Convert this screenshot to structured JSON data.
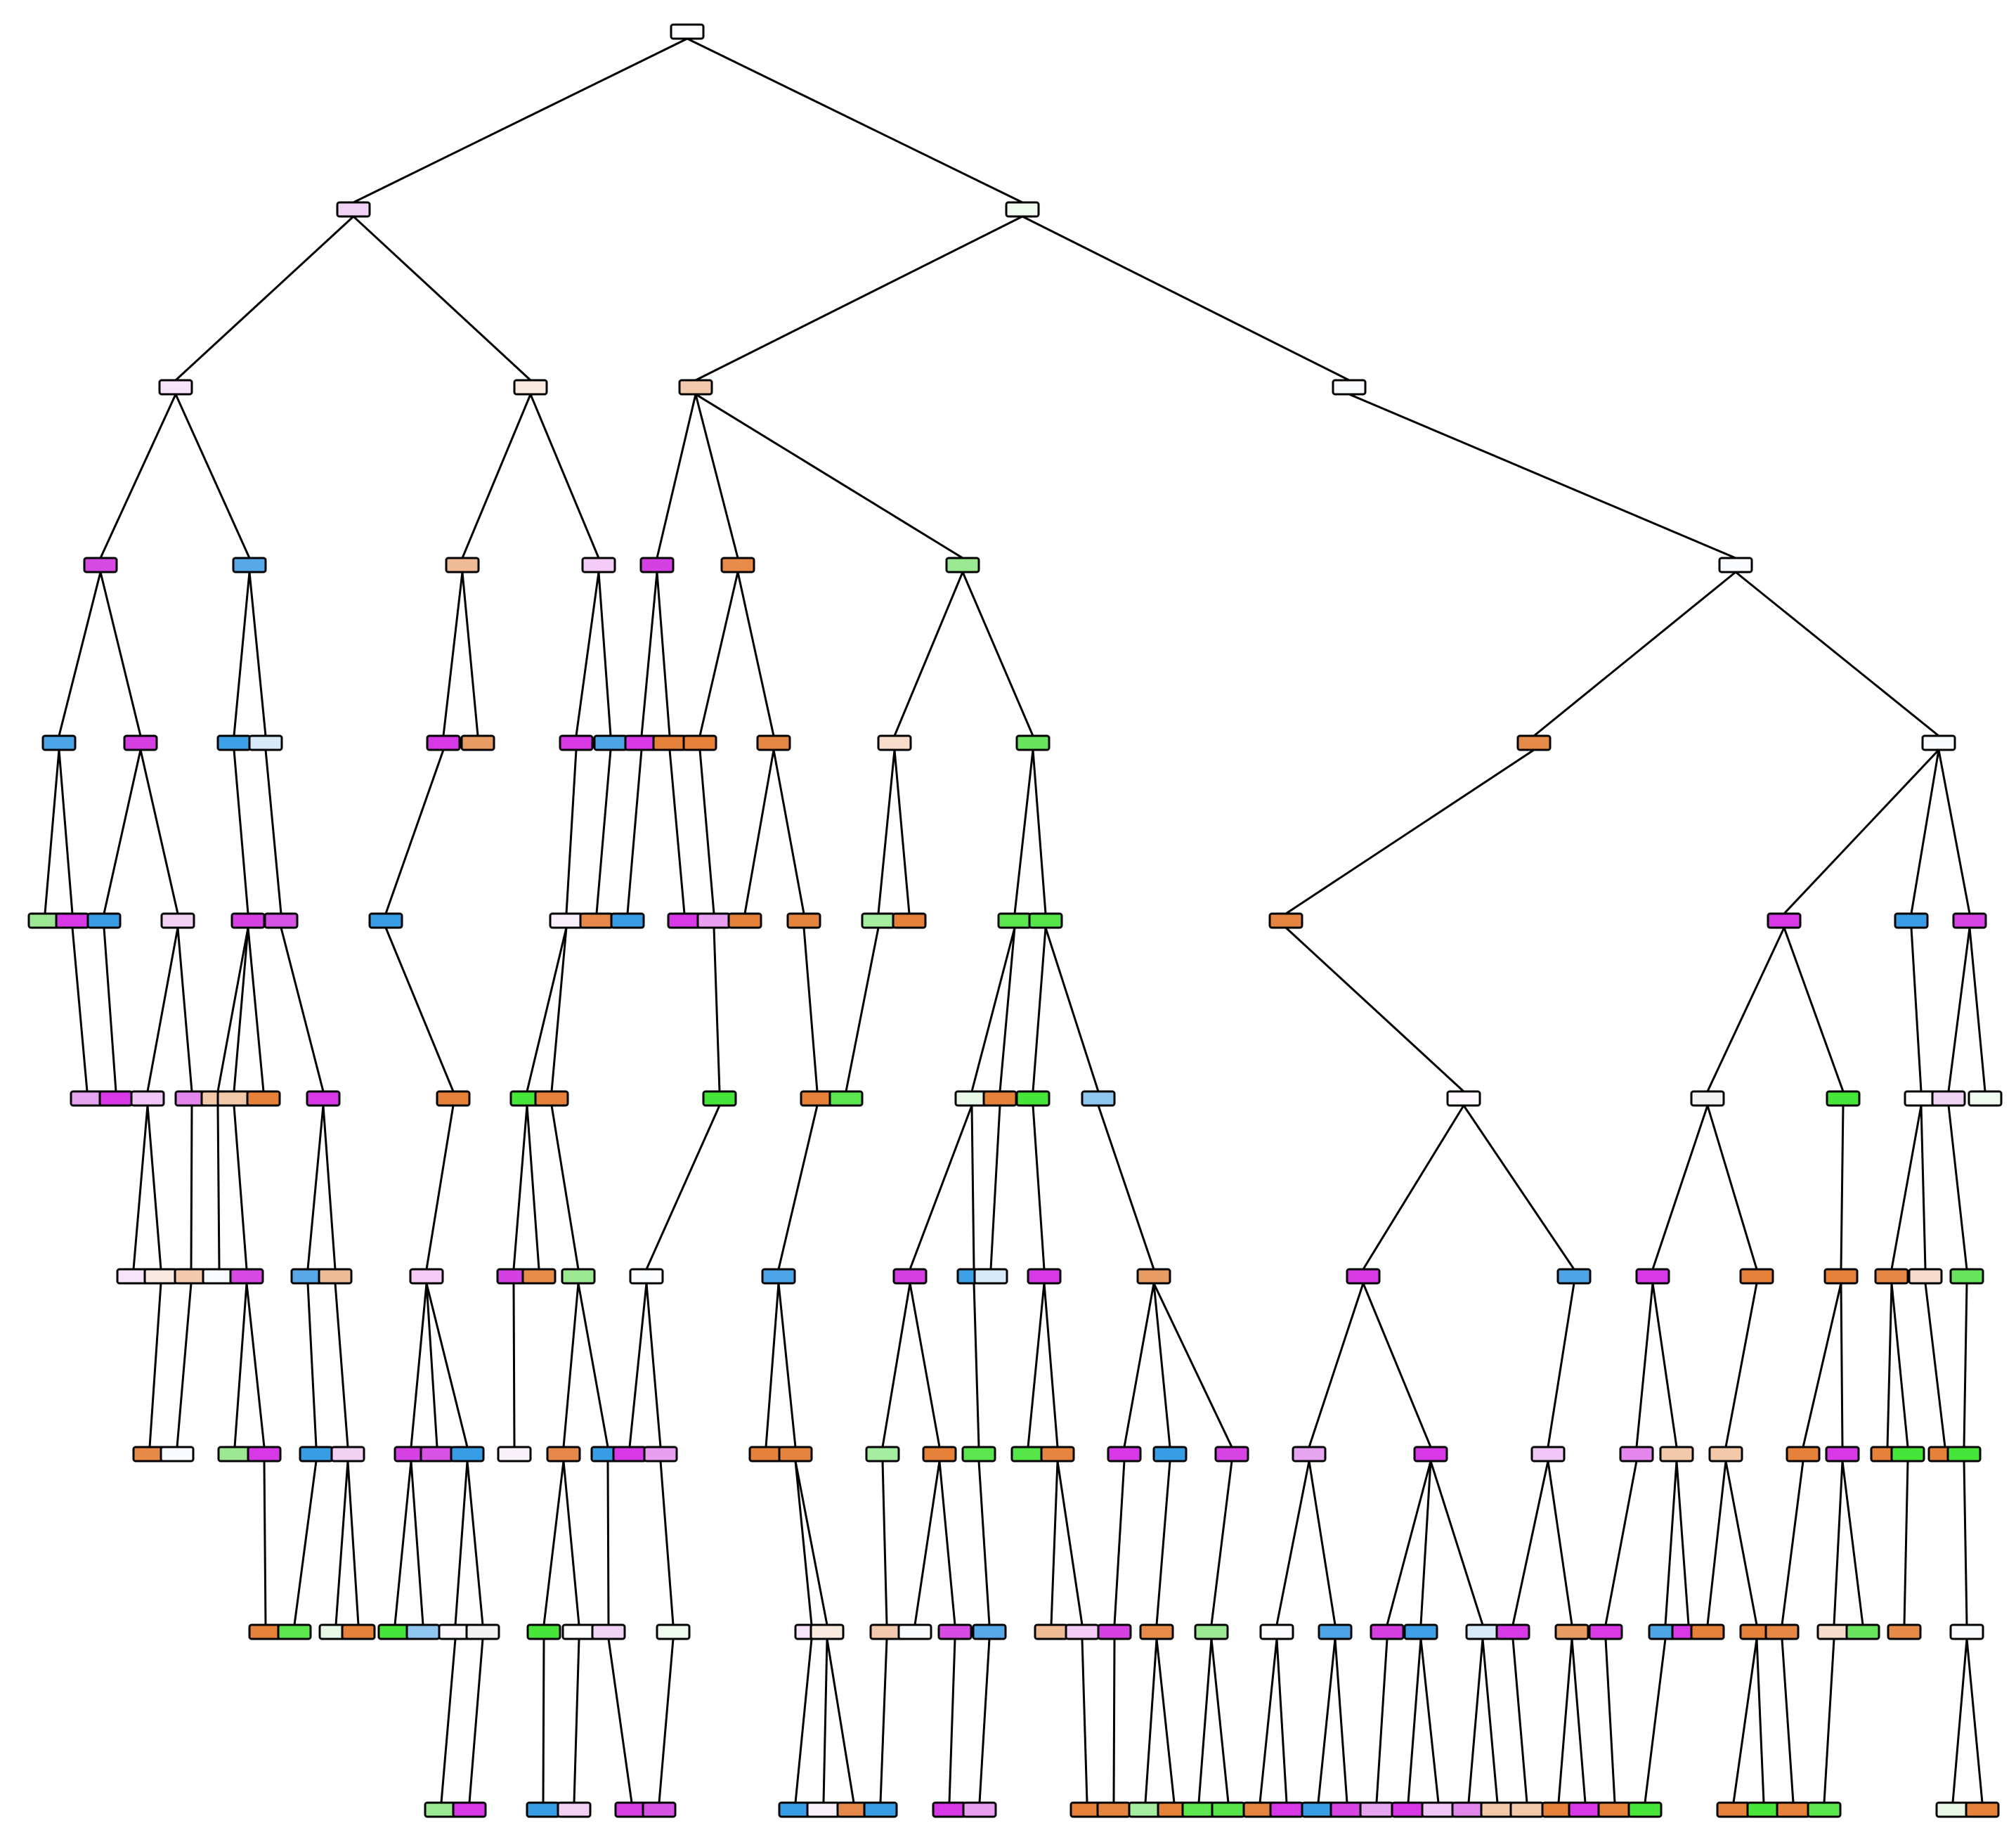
{
  "figure": {
    "type": "decision-tree-plot",
    "filled": true,
    "node_text_legible": false,
    "class_colors": {
      "orange": "#e58139",
      "green": "#47e539",
      "blue": "#399de5",
      "magenta": "#d739e5"
    },
    "edge_color": "#000000",
    "background_color": "#ffffff"
  },
  "tree": {
    "max_depth": 10,
    "nodes": [
      {
        "id": 0,
        "parent": null,
        "depth": 0,
        "color": "#fdfdff"
      },
      {
        "id": 1,
        "parent": 0,
        "depth": 1,
        "color": "#f1d3f5"
      },
      {
        "id": 2,
        "parent": 0,
        "depth": 1,
        "color": "#eefbee"
      },
      {
        "id": 3,
        "parent": 1,
        "depth": 2,
        "color": "#f7e3fa"
      },
      {
        "id": 4,
        "parent": 1,
        "depth": 2,
        "color": "#f9e9de"
      },
      {
        "id": 5,
        "parent": 2,
        "depth": 2,
        "color": "#f2c9ac"
      },
      {
        "id": 6,
        "parent": 2,
        "depth": 2,
        "color": "#f7fbff"
      },
      {
        "id": 7,
        "parent": 3,
        "depth": 3,
        "color": "#d64ae3"
      },
      {
        "id": 8,
        "parent": 3,
        "depth": 3,
        "color": "#58a8e8"
      },
      {
        "id": 9,
        "parent": 4,
        "depth": 3,
        "color": "#efbb95"
      },
      {
        "id": 10,
        "parent": 4,
        "depth": 3,
        "color": "#f3cbf6"
      },
      {
        "id": 11,
        "parent": 5,
        "depth": 3,
        "color": "#d540e2"
      },
      {
        "id": 12,
        "parent": 5,
        "depth": 3,
        "color": "#e68b49"
      },
      {
        "id": 13,
        "parent": 6,
        "depth": 3,
        "color": "#9be892"
      },
      {
        "id": 14,
        "parent": 6,
        "depth": 3,
        "color": "#fafcff"
      },
      {
        "id": 15,
        "parent": 7,
        "depth": 4,
        "color": "#4ca3e6"
      },
      {
        "id": 16,
        "parent": 7,
        "depth": 4,
        "color": "#d53fe2"
      },
      {
        "id": 17,
        "parent": 8,
        "depth": 4,
        "color": "#3d9fe5"
      },
      {
        "id": 18,
        "parent": 8,
        "depth": 4,
        "color": "#d6eaf9"
      },
      {
        "id": 19,
        "parent": 9,
        "depth": 4,
        "color": "#d639e5"
      },
      {
        "id": 20,
        "parent": 9,
        "depth": 4,
        "color": "#e89b62"
      },
      {
        "id": 21,
        "parent": 10,
        "depth": 4,
        "color": "#d839e5"
      },
      {
        "id": 22,
        "parent": 10,
        "depth": 4,
        "color": "#4da5e6"
      },
      {
        "id": 23,
        "parent": 11,
        "depth": 4,
        "color": "#d639e5"
      },
      {
        "id": 24,
        "parent": 11,
        "depth": 4,
        "color": "#e58139"
      },
      {
        "id": 25,
        "parent": 12,
        "depth": 4,
        "color": "#e58139"
      },
      {
        "id": 26,
        "parent": 12,
        "depth": 4,
        "color": "#e68845"
      },
      {
        "id": 27,
        "parent": 12,
        "depth": 4,
        "color": "#f6dcc9"
      },
      {
        "id": 28,
        "parent": 13,
        "depth": 4,
        "color": "#6ae35e"
      },
      {
        "id": 29,
        "parent": 13,
        "depth": 4,
        "color": "#e68a47"
      },
      {
        "id": 30,
        "parent": 14,
        "depth": 4,
        "color": "#f8fbff"
      },
      {
        "id": 31,
        "parent": 14,
        "depth": 4,
        "color": "#9ce892"
      },
      {
        "id": 32,
        "parent": 15,
        "depth": 5,
        "color": "#d639e5"
      },
      {
        "id": 33,
        "parent": 15,
        "depth": 5,
        "color": "#399de5"
      },
      {
        "id": 34,
        "parent": 16,
        "depth": 5,
        "color": "#f2d1f5"
      },
      {
        "id": 35,
        "parent": 16,
        "depth": 5,
        "color": "#d641e3"
      },
      {
        "id": 36,
        "parent": 18,
        "depth": 5,
        "color": "#d753e4"
      },
      {
        "id": 37,
        "parent": 18,
        "depth": 5,
        "color": "#399de5"
      },
      {
        "id": 38,
        "parent": 20,
        "depth": 5,
        "color": "#f9f0fb"
      },
      {
        "id": 39,
        "parent": 20,
        "depth": 5,
        "color": "#e6884a"
      },
      {
        "id": 40,
        "parent": 22,
        "depth": 5,
        "color": "#399de5"
      },
      {
        "id": 41,
        "parent": 22,
        "depth": 5,
        "color": "#d639e5"
      },
      {
        "id": 42,
        "parent": 26,
        "depth": 5,
        "color": "#e89ff0"
      },
      {
        "id": 43,
        "parent": 26,
        "depth": 5,
        "color": "#e58139"
      },
      {
        "id": 44,
        "parent": 26,
        "depth": 5,
        "color": "#e5843e"
      },
      {
        "id": 45,
        "parent": 27,
        "depth": 5,
        "color": "#a6ee9f"
      },
      {
        "id": 46,
        "parent": 29,
        "depth": 5,
        "color": "#e68139"
      },
      {
        "id": 47,
        "parent": 29,
        "depth": 5,
        "color": "#5ce64e"
      },
      {
        "id": 48,
        "parent": 31,
        "depth": 5,
        "color": "#56e548"
      },
      {
        "id": 49,
        "parent": 31,
        "depth": 5,
        "color": "#e68542"
      },
      {
        "id": 50,
        "parent": 34,
        "depth": 6,
        "color": "#d639e5"
      },
      {
        "id": 51,
        "parent": 34,
        "depth": 6,
        "color": "#399de5"
      },
      {
        "id": 52,
        "parent": 35,
        "depth": 6,
        "color": "#d744e4"
      },
      {
        "id": 53,
        "parent": 35,
        "depth": 6,
        "color": "#e5a5ef"
      },
      {
        "id": 54,
        "parent": 36,
        "depth": 6,
        "color": "#d639e5"
      },
      {
        "id": 55,
        "parent": 36,
        "depth": 6,
        "color": "#f0c8f5"
      },
      {
        "id": 56,
        "parent": 38,
        "depth": 6,
        "color": "#e387ec"
      },
      {
        "id": 57,
        "parent": 38,
        "depth": 6,
        "color": "#f3caa9"
      },
      {
        "id": 58,
        "parent": 39,
        "depth": 6,
        "color": "#f3caa9"
      },
      {
        "id": 59,
        "parent": 39,
        "depth": 6,
        "color": "#e58139"
      },
      {
        "id": 60,
        "parent": 42,
        "depth": 6,
        "color": "#d639e5"
      },
      {
        "id": 61,
        "parent": 42,
        "depth": 6,
        "color": "#e58139"
      },
      {
        "id": 62,
        "parent": 43,
        "depth": 6,
        "color": "#47e539"
      },
      {
        "id": 63,
        "parent": 43,
        "depth": 6,
        "color": "#e58139"
      },
      {
        "id": 64,
        "parent": 45,
        "depth": 6,
        "color": "#47e539"
      },
      {
        "id": 65,
        "parent": 45,
        "depth": 6,
        "color": "#e58139"
      },
      {
        "id": 66,
        "parent": 47,
        "depth": 6,
        "color": "#5ae64c"
      },
      {
        "id": 67,
        "parent": 48,
        "depth": 6,
        "color": "#e8f8e6"
      },
      {
        "id": 68,
        "parent": 48,
        "depth": 6,
        "color": "#e58139"
      },
      {
        "id": 69,
        "parent": 49,
        "depth": 6,
        "color": "#47e539"
      },
      {
        "id": 70,
        "parent": 30,
        "depth": 6,
        "color": "#8ec6f0"
      },
      {
        "id": 71,
        "parent": 30,
        "depth": 6,
        "color": "#fdf9fe"
      },
      {
        "id": 72,
        "parent": 31,
        "depth": 6,
        "color": "#5aad e9"
      },
      {
        "id": 73,
        "parent": 31,
        "depth": 6,
        "color": "#47e539"
      }
    ]
  }
}
